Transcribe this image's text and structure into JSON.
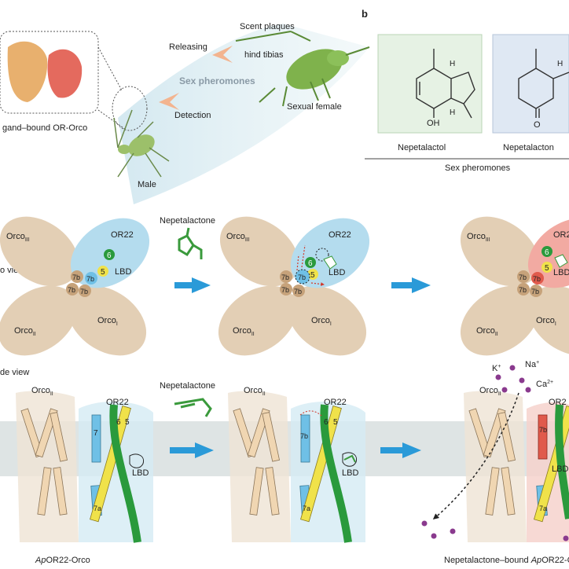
{
  "panel_b_letter": "b",
  "top": {
    "inset_label": "gand–bound OR-Orco",
    "releasing": "Releasing",
    "detection": "Detection",
    "sex_pheromones": "Sex pheromones",
    "scent_plaques": "Scent plaques",
    "hind_tibias": "hind tibias",
    "sexual_female": "Sexual female",
    "male": "Male"
  },
  "panel_b": {
    "molecule1": "Nepetalactol",
    "molecule2": "Nepetalacton",
    "oh_label": "OH",
    "o_label": "O",
    "h_label": "H",
    "caption": "Sex pheromones"
  },
  "top_view": {
    "view_label": "o view",
    "ligand": "Nepetalactone",
    "orco_III": "Orco",
    "orco_III_sub": "III",
    "orco_II": "Orco",
    "orco_II_sub": "II",
    "orco_I": "Orco",
    "orco_I_sub": "I",
    "or22": "OR22",
    "or22_cut": "OR2",
    "helix_6": "6",
    "helix_5": "5",
    "helix_7b": "7b",
    "lbd": "LBD",
    "lbd_cut": "LBD"
  },
  "side_view": {
    "view_label": "de view",
    "ligand": "Nepetalactone",
    "orco_II": "Orco",
    "orco_II_sub": "II",
    "or22": "OR22",
    "or22_cut": "OR2",
    "helix_7b": "7b",
    "helix_7a": "7a",
    "helix_6": "6",
    "helix_5": "5",
    "helix_7": "7",
    "lbd": "LBD",
    "lbd_cut": "LBD",
    "ion_k": "K",
    "ion_k_sup": "+",
    "ion_na": "Na",
    "ion_na_sup": "+",
    "ion_ca": "Ca",
    "ion_ca_sup": "2+",
    "caption_left_italic": "Ap",
    "caption_left_rest": "OR22-Orco",
    "caption_right_plain": "Nepetalactone–bound ",
    "caption_right_italic": "Ap",
    "caption_right_rest": "OR22-C"
  },
  "colors": {
    "orco": "#e3cfb5",
    "or22": "#b4dcee",
    "or22_bound": "#f2aaa2",
    "helix_green": "#2a9a3c",
    "helix_yellow": "#f0e24a",
    "helix_blue": "#6fc0e6",
    "helix_red": "#e05a4c",
    "arrow": "#2a9ad8",
    "ion": "#8a3a8e"
  }
}
